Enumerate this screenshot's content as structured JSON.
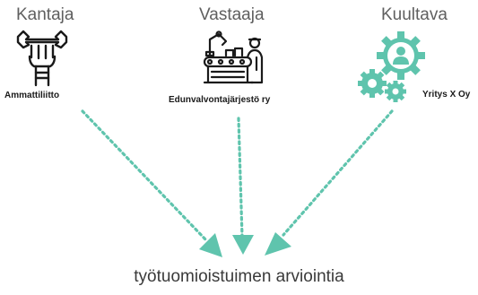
{
  "roles": [
    {
      "title": "Kantaja",
      "name": "Ammattiliitto",
      "icon": "wrench-fist-icon"
    },
    {
      "title": "Vastaaja",
      "name": "Edunvalvontajärjestö ry",
      "icon": "factory-worker-icon"
    },
    {
      "title": "Kuultava",
      "name": "Yritys X Oy",
      "icon": "gears-person-icon"
    }
  ],
  "target": "työtuomioistuimen arviointia",
  "colors": {
    "accent": "#5fc4ad",
    "text": "#5f5f5f",
    "icon": "#1a1a1a"
  }
}
